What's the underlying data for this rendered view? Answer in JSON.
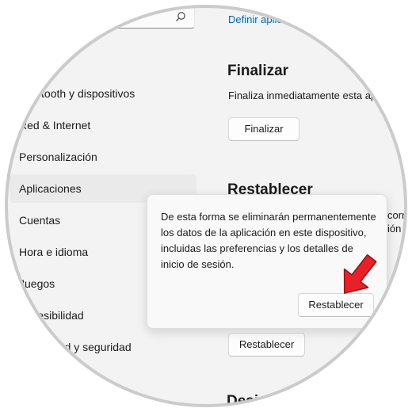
{
  "search": {
    "placeholder": ""
  },
  "sidebar": {
    "items": [
      {
        "label": "Bluetooth y dispositivos"
      },
      {
        "label": "Red & Internet"
      },
      {
        "label": "Personalización"
      },
      {
        "label": "Aplicaciones"
      },
      {
        "label": "Cuentas"
      },
      {
        "label": "Hora e idioma"
      },
      {
        "label": "Juegos"
      },
      {
        "label": "Accesibilidad"
      },
      {
        "label": "Privacidad y seguridad"
      }
    ]
  },
  "main": {
    "top_link": "Definir aplicaciones",
    "finalizar": {
      "title": "Finalizar",
      "description": "Finaliza inmediatamente esta aplicación",
      "button_label": "Finalizar"
    },
    "restablecer": {
      "title": "Restablecer",
      "side_text_1": "correc",
      "side_text_2": "ión",
      "button_label": "Restablecer"
    },
    "desinstalar": {
      "title": "Desinstalar"
    }
  },
  "flyout": {
    "message": "De esta forma se eliminarán permanentemente los datos de la aplicación en este dispositivo, incluidas las preferencias y los detalles de inicio de sesión.",
    "confirm_label": "Restablecer"
  },
  "colors": {
    "accent": "#0067c0",
    "arrow": "#e8202a"
  }
}
